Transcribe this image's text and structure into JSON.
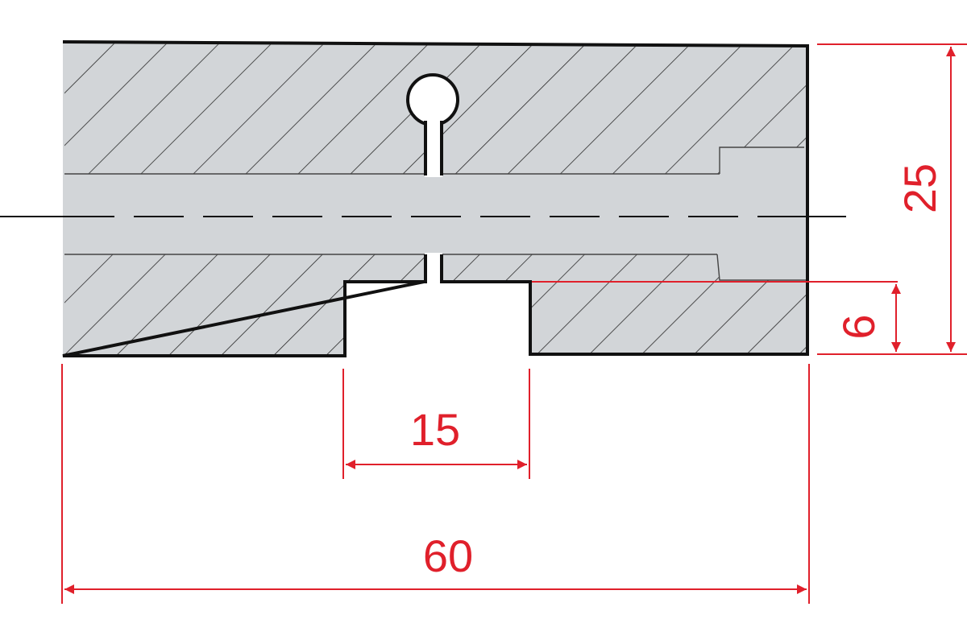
{
  "colors": {
    "body_fill": "#d2d5d8",
    "outline": "#111111",
    "hatch": "#2a2a2a",
    "dimension": "#e0202b",
    "background": "#ffffff"
  },
  "dimensions": {
    "overall_width": "60",
    "slot_width": "15",
    "overall_height": "25",
    "slot_depth": "6"
  }
}
